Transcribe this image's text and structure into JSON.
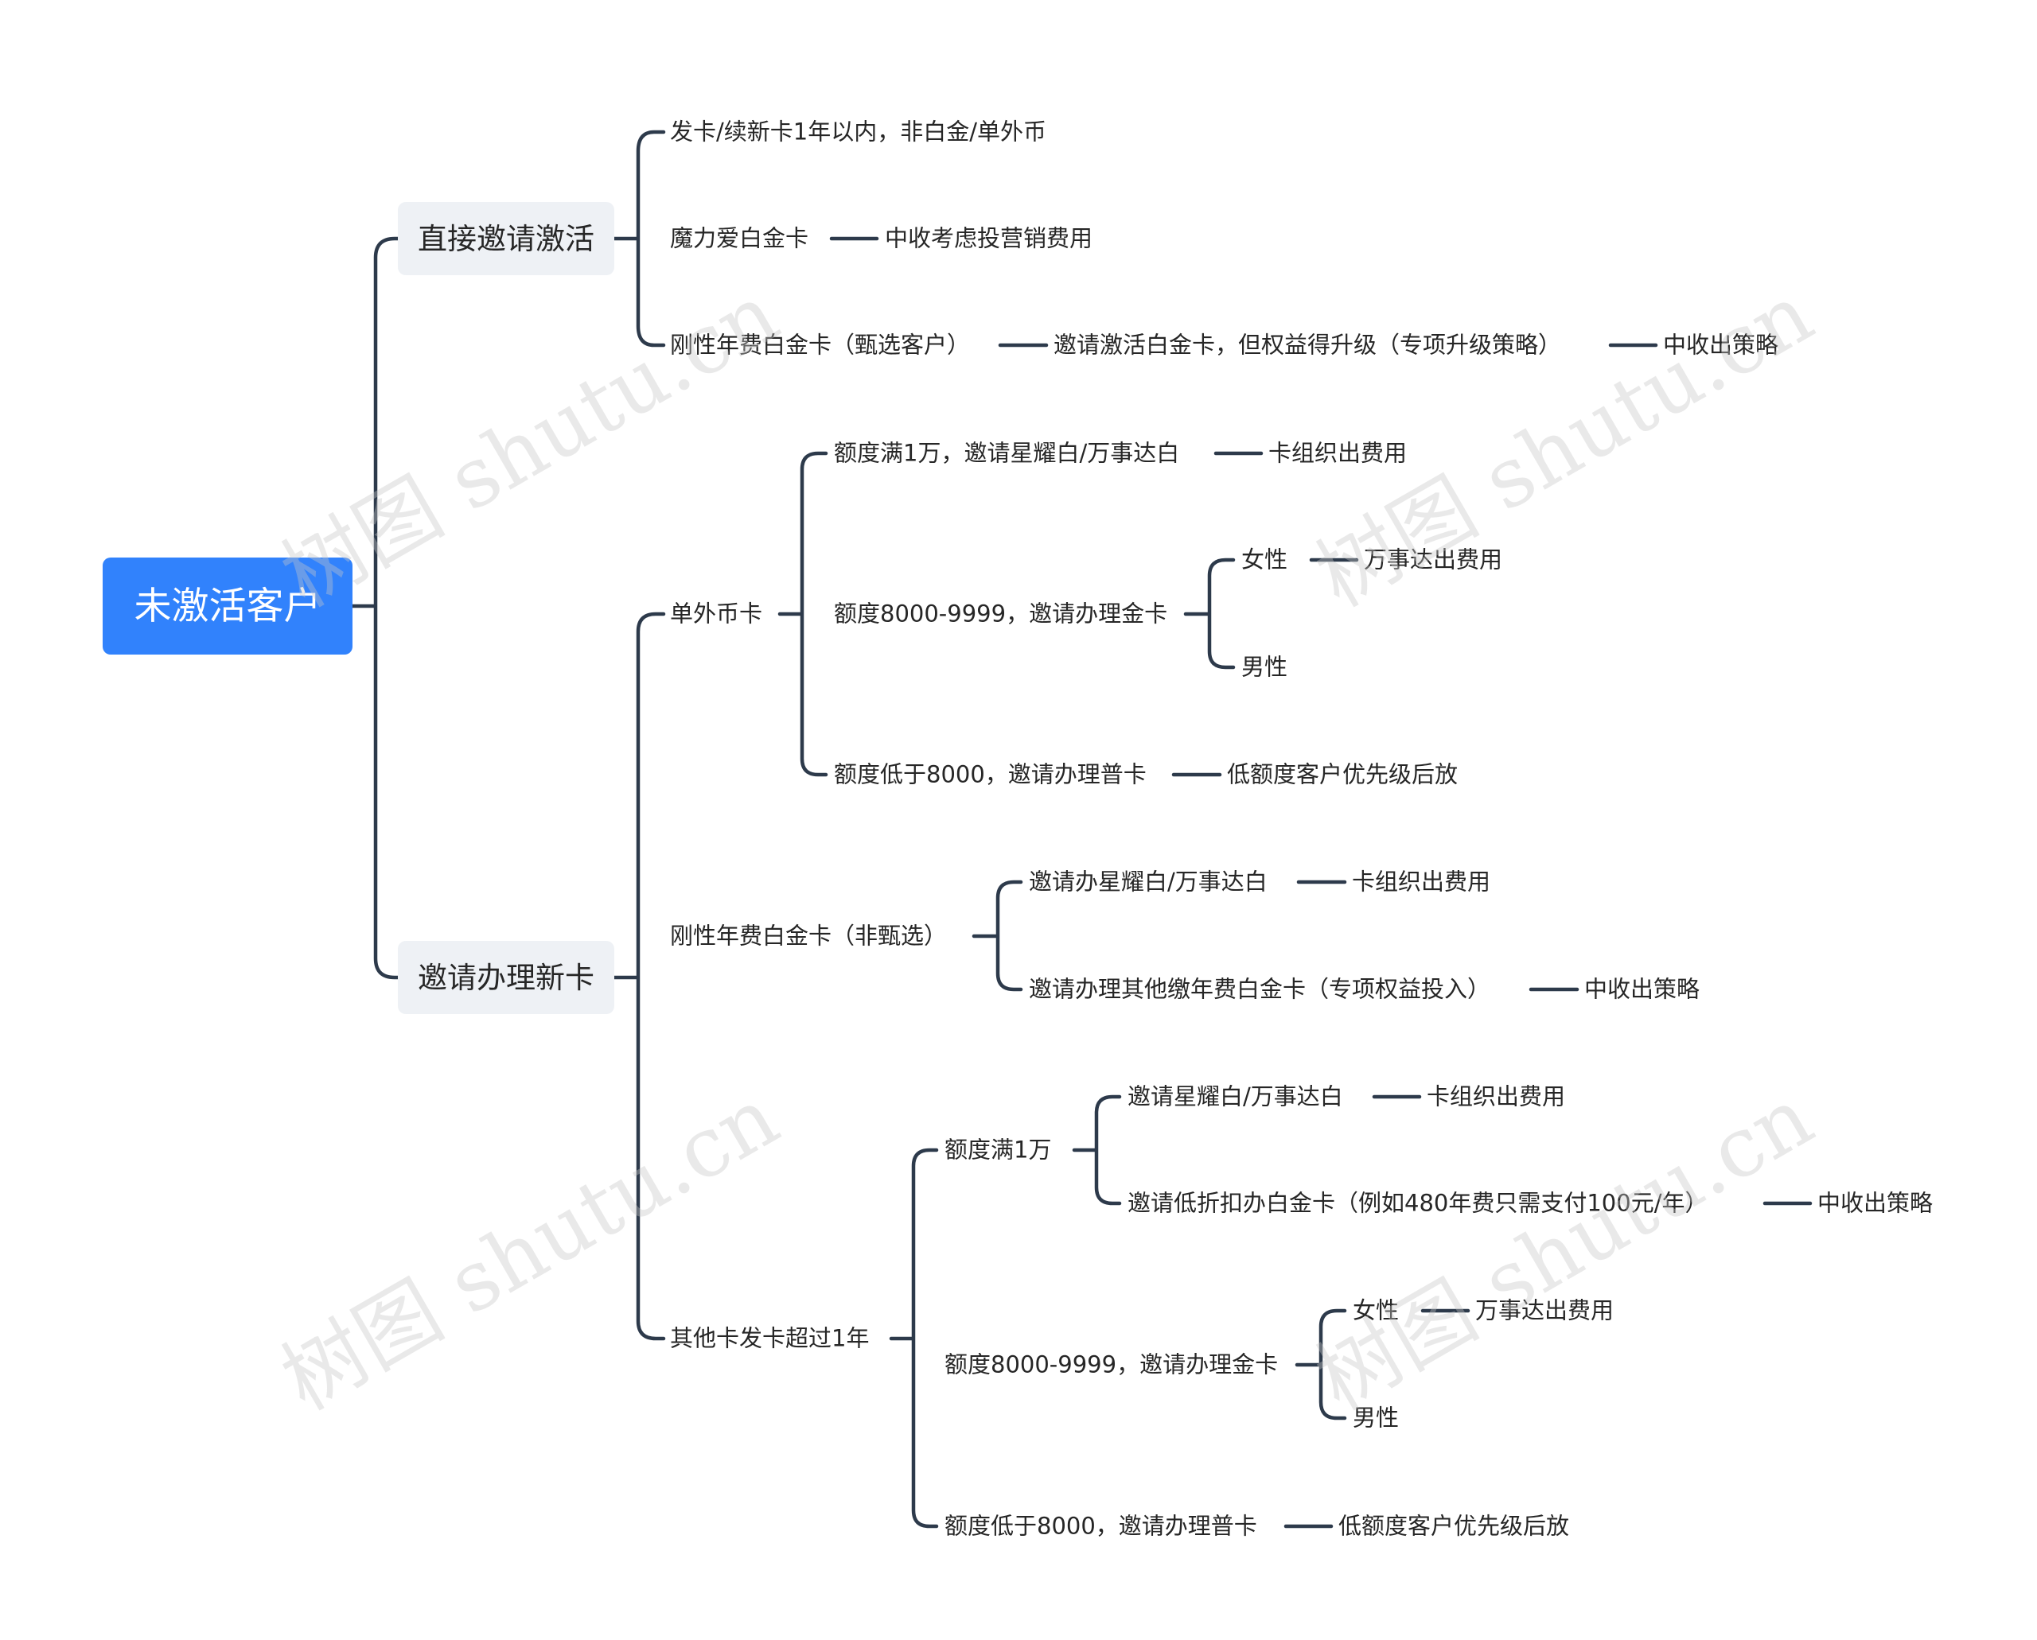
{
  "root": "未激活客户",
  "branch1": {
    "label": "直接邀请激活",
    "items": [
      {
        "label": "发卡/续新卡1年以内，非白金/单外币"
      },
      {
        "label": "魔力爱白金卡",
        "note": "中收考虑投营销费用"
      },
      {
        "label": "刚性年费白金卡（甄选客户）",
        "note": "邀请激活白金卡，但权益得升级（专项升级策略）",
        "note2": "中收出策略"
      }
    ]
  },
  "branch2": {
    "label": "邀请办理新卡",
    "single": {
      "label": "单外币卡",
      "c1": {
        "label": "额度满1万，邀请星耀白/万事达白",
        "note": "卡组织出费用"
      },
      "c2": {
        "label": "额度8000-9999，邀请办理金卡",
        "female": "女性",
        "female_note": "万事达出费用",
        "male": "男性"
      },
      "c3": {
        "label": "额度低于8000，邀请办理普卡",
        "note": "低额度客户优先级后放"
      }
    },
    "rigid": {
      "label": "刚性年费白金卡（非甄选）",
      "c1": {
        "label": "邀请办星耀白/万事达白",
        "note": "卡组织出费用"
      },
      "c2": {
        "label": "邀请办理其他缴年费白金卡（专项权益投入）",
        "note": "中收出策略"
      }
    },
    "other": {
      "label": "其他卡发卡超过1年",
      "c1": {
        "label": "额度满1万",
        "a": {
          "label": "邀请星耀白/万事达白",
          "note": "卡组织出费用"
        },
        "b": {
          "label": "邀请低折扣办白金卡（例如480年费只需支付100元/年）",
          "note": "中收出策略"
        }
      },
      "c2": {
        "label": "额度8000-9999，邀请办理金卡",
        "female": "女性",
        "female_note": "万事达出费用",
        "male": "男性"
      },
      "c3": {
        "label": "额度低于8000，邀请办理普卡",
        "note": "低额度客户优先级后放"
      }
    }
  },
  "watermark": "树图 shutu.cn",
  "colors": {
    "root_bg": "#3182fc",
    "branch_bg": "#eef1f5",
    "line": "#2d3a4b"
  }
}
